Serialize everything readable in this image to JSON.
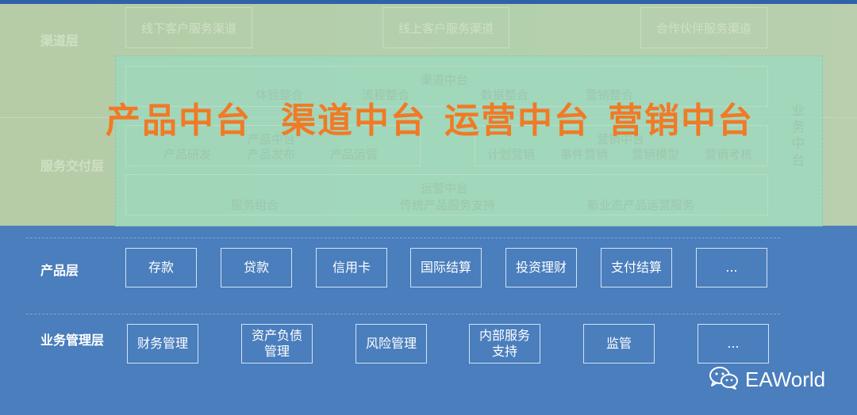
{
  "channel_layer": {
    "label": "渠道层",
    "items": [
      "线下客户服务渠道",
      "线上客户服务渠道",
      "合作伙伴服务渠道"
    ]
  },
  "service_layer": {
    "label": "服务交付层",
    "channel_center": {
      "title": "渠道中台",
      "items": [
        "体验整合",
        "流程整合",
        "数据整合",
        "营销整合"
      ]
    },
    "product_center": {
      "title": "产品中台",
      "items": [
        "产品研发",
        "产品发布",
        "产品运营"
      ]
    },
    "marketing_center": {
      "title": "营销中台",
      "items": [
        "计划营销",
        "事件营销",
        "营销模型",
        "营销考核"
      ]
    },
    "operation_center": {
      "title": "运营中台",
      "items": [
        "服务组合",
        "传统产品服务支持",
        "新业态产品运营服务"
      ]
    },
    "business_center": "业务中台"
  },
  "overlay_titles": [
    "产品中台",
    "渠道中台",
    "运营中台",
    "营销中台"
  ],
  "product_layer": {
    "label": "产品层",
    "items": [
      "存款",
      "贷款",
      "信用卡",
      "国际结算",
      "投资理财",
      "支付结算",
      "..."
    ]
  },
  "management_layer": {
    "label": "业务管理层",
    "items": [
      "财务管理",
      "资产负债\n管理",
      "风险管理",
      "内部服务\n支持",
      "监管",
      "..."
    ]
  },
  "brand": {
    "icon": "wechat-icon",
    "name": "EAWorld"
  },
  "colors": {
    "accent": "#f07a26",
    "lower_bg": "#4a7ebd",
    "upper_bg": "#b5cca6"
  }
}
